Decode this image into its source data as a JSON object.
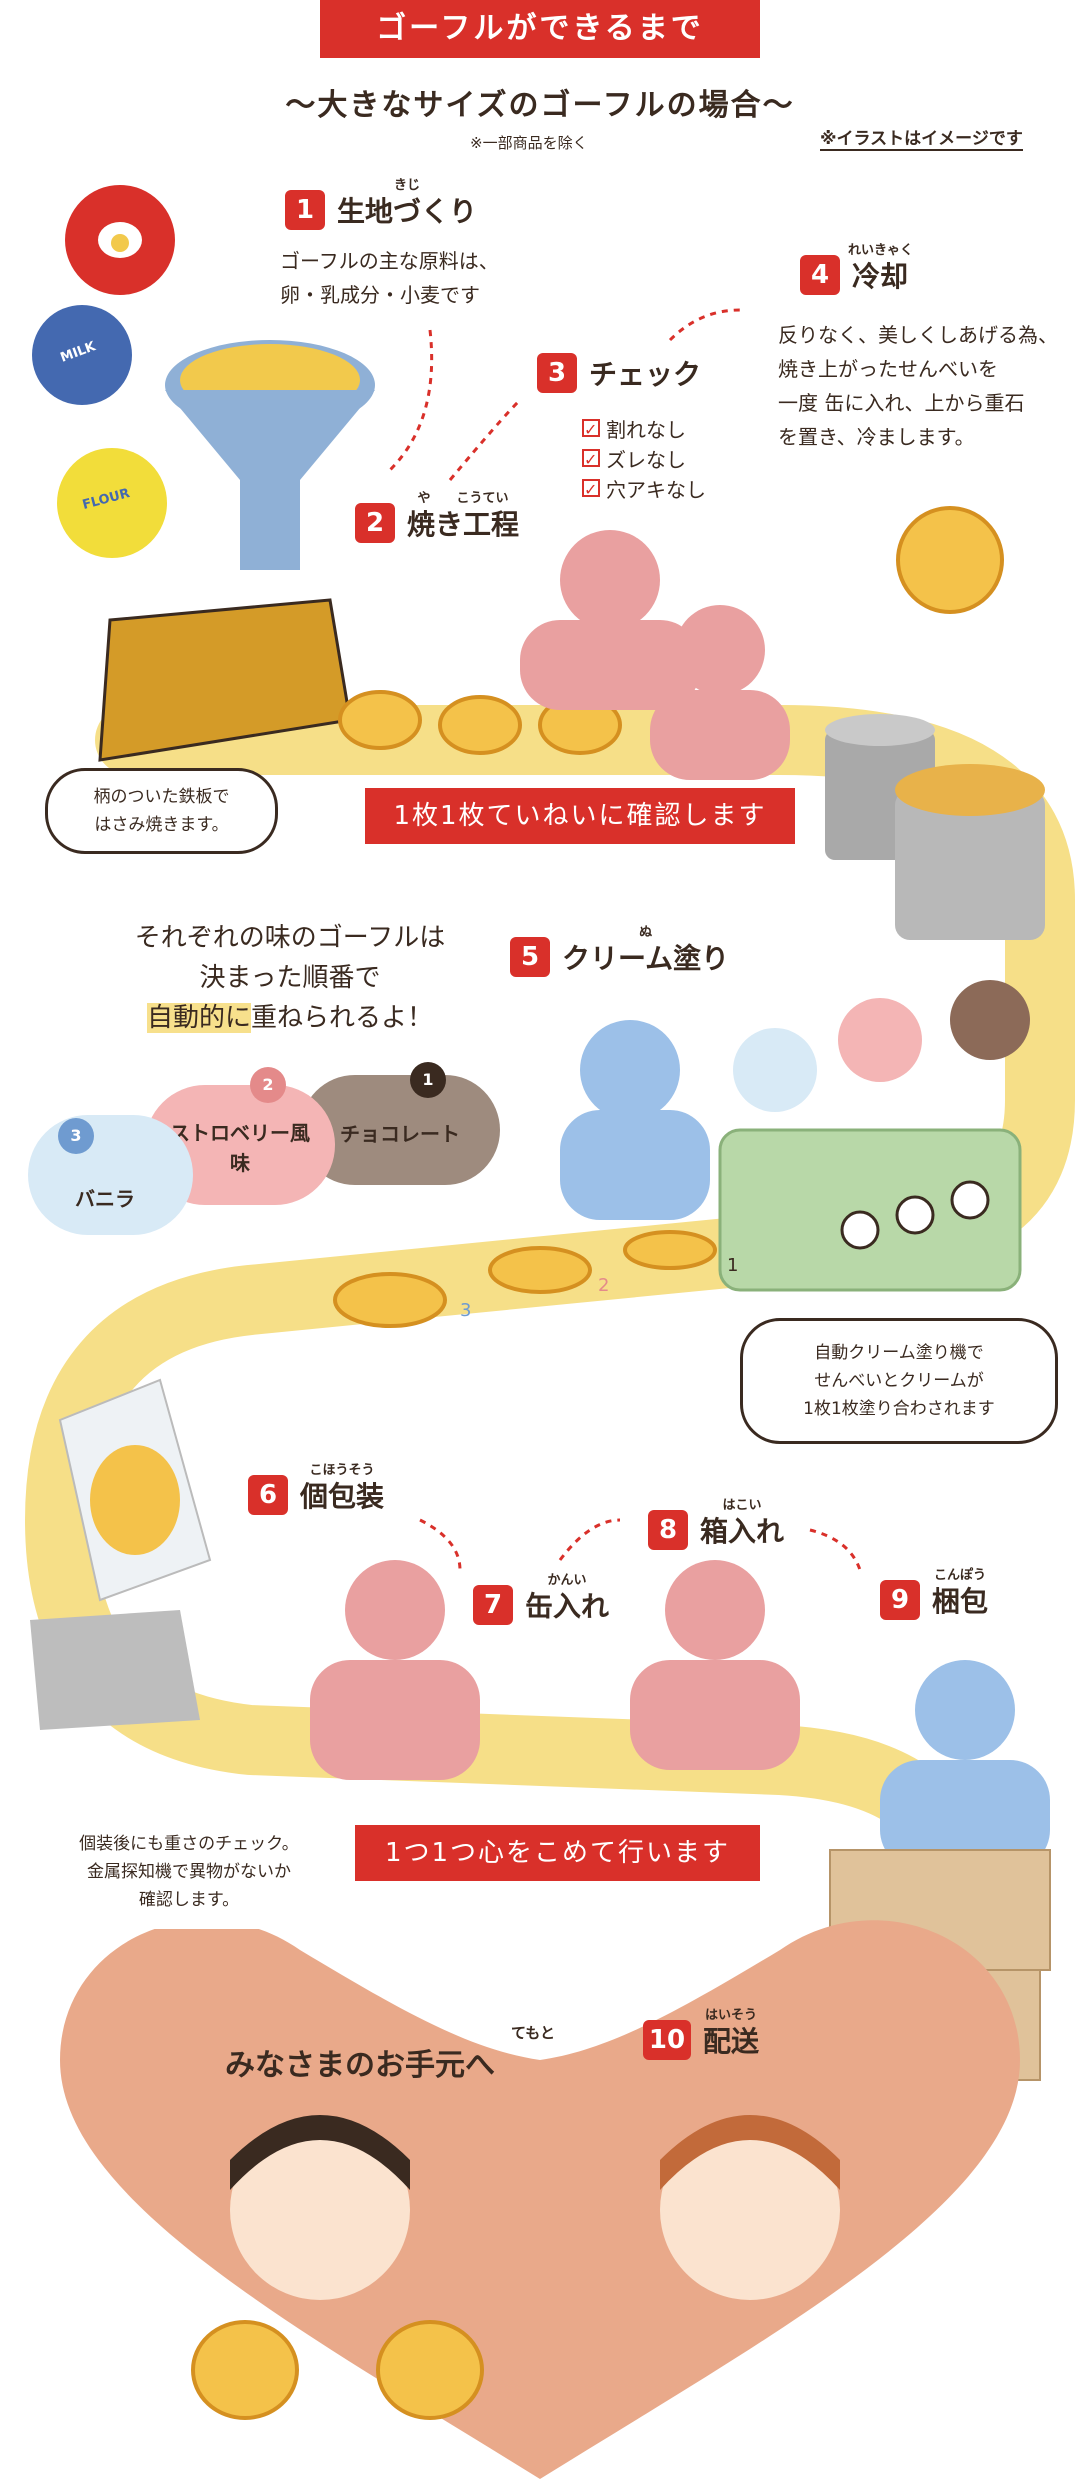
{
  "header": {
    "title": "ゴーフルができるまで",
    "subtitle": "〜大きなサイズのゴーフルの場合〜",
    "exclusion_note": "※一部商品を除く",
    "illustration_note": "※イラストはイメージです"
  },
  "steps": [
    {
      "num": "1",
      "label": "生地づくり",
      "ruby": "きじ"
    },
    {
      "num": "2",
      "label": "焼き工程",
      "ruby": "や　　こうてい"
    },
    {
      "num": "3",
      "label": "チェック",
      "ruby": ""
    },
    {
      "num": "4",
      "label": "冷却",
      "ruby": "れいきゃく"
    },
    {
      "num": "5",
      "label": "クリーム塗り",
      "ruby": "ぬ"
    },
    {
      "num": "6",
      "label": "個包装",
      "ruby": "こほうそう"
    },
    {
      "num": "7",
      "label": "缶入れ",
      "ruby": "かんい"
    },
    {
      "num": "8",
      "label": "箱入れ",
      "ruby": "はこい"
    },
    {
      "num": "9",
      "label": "梱包",
      "ruby": "こんぽう"
    },
    {
      "num": "10",
      "label": "配送",
      "ruby": "はいそう"
    }
  ],
  "step1_desc": [
    "ゴーフルの主な原料は、",
    "卵・乳成分・小麦です"
  ],
  "checklist": [
    "割れなし",
    "ズレなし",
    "穴アキなし"
  ],
  "step4_desc": [
    "反りなく、美しくしあげる為、",
    "焼き上がったせんべいを",
    "一度 缶に入れ、上から重石",
    "を置き、冷まします。"
  ],
  "icons_text": {
    "milk": "MILK",
    "flour": "FLOUR"
  },
  "bubble_iron": [
    "柄のついた鉄板で",
    "はさみ焼きます。"
  ],
  "banner_check": "1枚1枚ていねいに確認します",
  "flavor_intro": {
    "line1": "それぞれの味のゴーフルは",
    "line2": "決まった順番で",
    "line3_hl": "自動的に",
    "line3_rest": "重ねられるよ！"
  },
  "flavors": [
    {
      "num": "1",
      "name": "チョコレート"
    },
    {
      "num": "2",
      "name": "ストロベリー風味"
    },
    {
      "num": "3",
      "name": "バニラ"
    }
  ],
  "stack_nums": [
    "3",
    "2",
    "1"
  ],
  "bubble_cream": [
    "自動クリーム塗り機で",
    "せんべいとクリームが",
    "1枚1枚塗り合わされます"
  ],
  "bubble_weight": [
    "個装後にも重さのチェック。",
    "金属探知機で異物がないか",
    "確認します。"
  ],
  "banner_heart": "1つ1つ心をこめて行います",
  "final_message": {
    "text": "みなさまのお手元へ",
    "ruby": "てもと"
  },
  "colors": {
    "red": "#d9302a",
    "yellow": "#f7e08c",
    "belt": "#f6df88",
    "heart": "#e9a98a"
  }
}
